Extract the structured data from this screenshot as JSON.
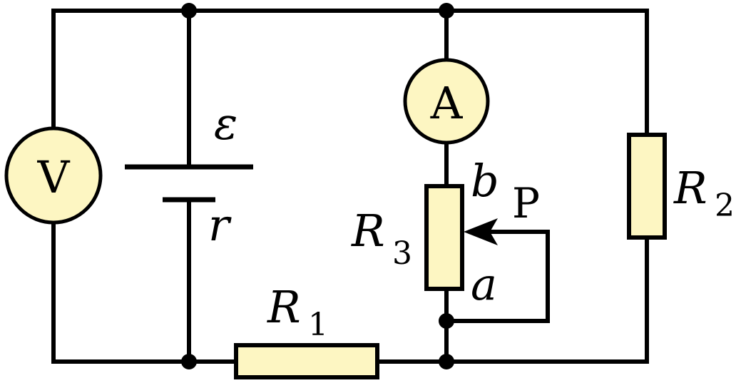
{
  "meters": {
    "voltmeter": "V",
    "ammeter": "A"
  },
  "labels": {
    "emf": "ε",
    "internal_resistance": "r",
    "r1_main": "R",
    "r1_sub": "1",
    "r2_main": "R",
    "r2_sub": "2",
    "r3_main": "R",
    "r3_sub": "3",
    "terminal_a": "a",
    "terminal_b": "b",
    "slider": "P"
  },
  "colors": {
    "component_fill": "#fdf6c2",
    "wire": "#000000"
  }
}
